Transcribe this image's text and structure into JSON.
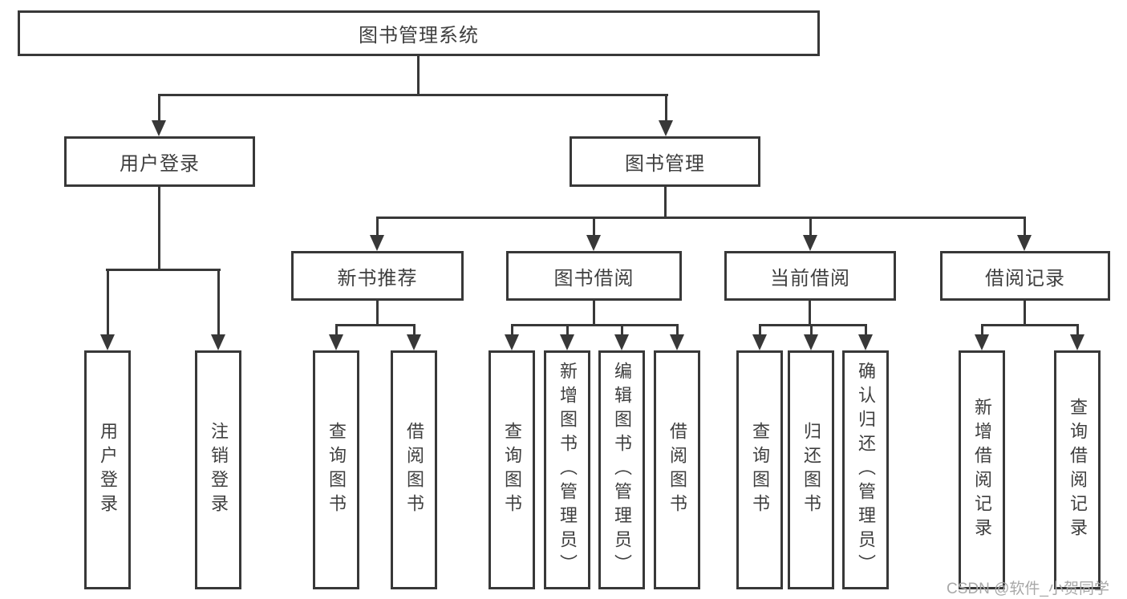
{
  "title": {
    "label": "图书管理系统"
  },
  "branches": [
    {
      "label": "用户登录",
      "children": [
        "用户登录",
        "注销登录"
      ]
    },
    {
      "label": "图书管理",
      "groups": [
        {
          "label": "新书推荐",
          "children": [
            "查询图书",
            "借阅图书"
          ]
        },
        {
          "label": "图书借阅",
          "children": [
            "查询图书",
            "新增图书（管理员）",
            "编辑图书（管理员）",
            "借阅图书"
          ]
        },
        {
          "label": "当前借阅",
          "children": [
            "查询图书",
            "归还图书",
            "确认归还（管理员）"
          ]
        },
        {
          "label": "借阅记录",
          "children": [
            "新增借阅记录",
            "查询借阅记录"
          ]
        }
      ]
    }
  ],
  "watermark": "CSDN @软件_小贺同学",
  "colors": {
    "line": "#383838",
    "text": "#3f3f3f",
    "watermark": "#a8a8a8",
    "background": "#ffffff"
  }
}
